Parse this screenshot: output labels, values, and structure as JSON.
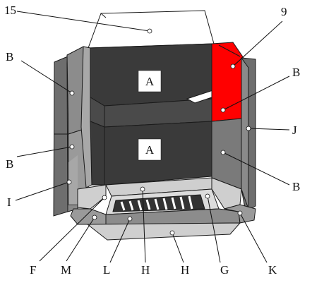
{
  "labels": {
    "part_15": "15",
    "part_9": "9",
    "b_top_left": "B",
    "b_top_right": "B",
    "b_mid_left": "B",
    "b_mid_right": "B",
    "j": "J",
    "i": "I",
    "a_upper": "A",
    "a_lower": "A",
    "f": "F",
    "m": "M",
    "l": "L",
    "h_left": "H",
    "h_right": "H",
    "g": "G",
    "k": "K"
  },
  "colors": {
    "dark_panel": "#3a3a3a",
    "mid_panel": "#7a7a7a",
    "light_panel": "#b5b5b5",
    "floor": "#cfcfcf",
    "highlight_part": "#ff0000",
    "outline": "#1a1a1a"
  }
}
